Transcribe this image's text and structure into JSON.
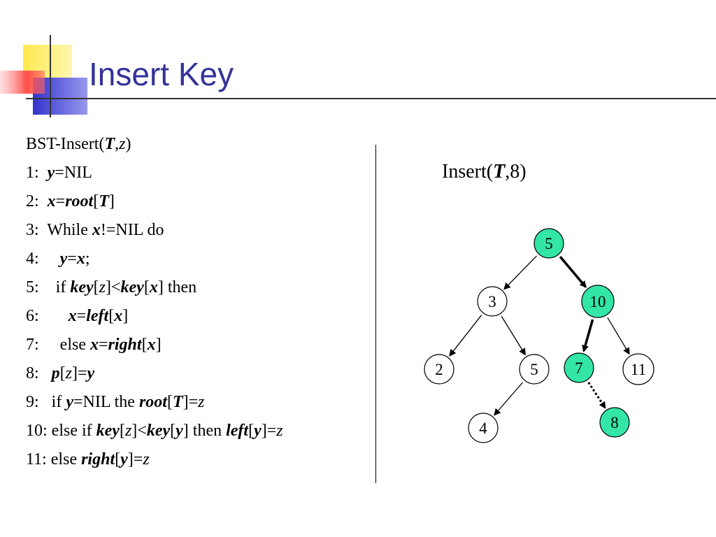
{
  "slide": {
    "title": "Insert Key",
    "colors": {
      "title": "#333399",
      "yellow": "#FFE94D",
      "blue": "#3333CC",
      "red": "#FF4D4D",
      "highlight": "#33E6A6"
    }
  },
  "code": {
    "lines": [
      [
        {
          "t": "BST-Insert("
        },
        {
          "t": "T",
          "s": "bi"
        },
        {
          "t": ","
        },
        {
          "t": "z",
          "s": "i"
        },
        {
          "t": ")"
        }
      ],
      [
        {
          "t": "1:  "
        },
        {
          "t": "y",
          "s": "bi"
        },
        {
          "t": "=NIL"
        }
      ],
      [
        {
          "t": "2:  "
        },
        {
          "t": "x",
          "s": "bi"
        },
        {
          "t": "="
        },
        {
          "t": "root",
          "s": "bi"
        },
        {
          "t": "["
        },
        {
          "t": "T",
          "s": "bi"
        },
        {
          "t": "]"
        }
      ],
      [
        {
          "t": "3:  While "
        },
        {
          "t": "x",
          "s": "bi"
        },
        {
          "t": "!=NIL do"
        }
      ],
      [
        {
          "t": "4:     "
        },
        {
          "t": "y",
          "s": "bi"
        },
        {
          "t": "="
        },
        {
          "t": "x",
          "s": "bi"
        },
        {
          "t": ";"
        }
      ],
      [
        {
          "t": "5:    if "
        },
        {
          "t": "key",
          "s": "bi"
        },
        {
          "t": "["
        },
        {
          "t": "z",
          "s": "i"
        },
        {
          "t": "]<"
        },
        {
          "t": "key",
          "s": "bi"
        },
        {
          "t": "["
        },
        {
          "t": "x",
          "s": "bi"
        },
        {
          "t": "] then"
        }
      ],
      [
        {
          "t": "6:       "
        },
        {
          "t": "x",
          "s": "bi"
        },
        {
          "t": "="
        },
        {
          "t": "left",
          "s": "bi"
        },
        {
          "t": "["
        },
        {
          "t": "x",
          "s": "bi"
        },
        {
          "t": "]"
        }
      ],
      [
        {
          "t": "7:     else "
        },
        {
          "t": "x",
          "s": "bi"
        },
        {
          "t": "="
        },
        {
          "t": "right",
          "s": "bi"
        },
        {
          "t": "["
        },
        {
          "t": "x",
          "s": "bi"
        },
        {
          "t": "]"
        }
      ],
      [
        {
          "t": "8:   "
        },
        {
          "t": "p",
          "s": "bi"
        },
        {
          "t": "["
        },
        {
          "t": "z",
          "s": "i"
        },
        {
          "t": "]="
        },
        {
          "t": "y",
          "s": "bi"
        }
      ],
      [
        {
          "t": "9:   if "
        },
        {
          "t": "y",
          "s": "bi"
        },
        {
          "t": "=NIL the "
        },
        {
          "t": "root",
          "s": "bi"
        },
        {
          "t": "["
        },
        {
          "t": "T",
          "s": "bi"
        },
        {
          "t": "]="
        },
        {
          "t": "z",
          "s": "i"
        }
      ],
      [
        {
          "t": "10: else if "
        },
        {
          "t": "key",
          "s": "bi"
        },
        {
          "t": "["
        },
        {
          "t": "z",
          "s": "i"
        },
        {
          "t": "]<"
        },
        {
          "t": "key",
          "s": "bi"
        },
        {
          "t": "["
        },
        {
          "t": "y",
          "s": "bi"
        },
        {
          "t": "] then "
        },
        {
          "t": "left",
          "s": "bi"
        },
        {
          "t": "["
        },
        {
          "t": "y",
          "s": "bi"
        },
        {
          "t": "]="
        },
        {
          "t": "z",
          "s": "i"
        }
      ],
      [
        {
          "t": "11: else "
        },
        {
          "t": "right",
          "s": "bi"
        },
        {
          "t": "["
        },
        {
          "t": "y",
          "s": "bi"
        },
        {
          "t": "]="
        },
        {
          "t": "z",
          "s": "i"
        }
      ]
    ]
  },
  "tree": {
    "caption": [
      {
        "t": "Insert("
      },
      {
        "t": "T",
        "s": "bi"
      },
      {
        "t": ",8)"
      }
    ],
    "nodes": [
      {
        "id": "n5",
        "label": "5",
        "highlight": true
      },
      {
        "id": "n3",
        "label": "3",
        "highlight": false
      },
      {
        "id": "n10",
        "label": "10",
        "highlight": true
      },
      {
        "id": "n2",
        "label": "2",
        "highlight": false
      },
      {
        "id": "n5b",
        "label": "5",
        "highlight": false
      },
      {
        "id": "n7",
        "label": "7",
        "highlight": true
      },
      {
        "id": "n11",
        "label": "11",
        "highlight": false
      },
      {
        "id": "n4",
        "label": "4",
        "highlight": false
      },
      {
        "id": "n8",
        "label": "8",
        "highlight": true
      }
    ],
    "edges": [
      {
        "from": "n5",
        "to": "n3",
        "style": "normal"
      },
      {
        "from": "n5",
        "to": "n10",
        "style": "path"
      },
      {
        "from": "n3",
        "to": "n2",
        "style": "normal"
      },
      {
        "from": "n3",
        "to": "n5b",
        "style": "normal"
      },
      {
        "from": "n10",
        "to": "n7",
        "style": "path"
      },
      {
        "from": "n10",
        "to": "n11",
        "style": "normal"
      },
      {
        "from": "n5b",
        "to": "n4",
        "style": "normal"
      },
      {
        "from": "n7",
        "to": "n8",
        "style": "dotted"
      }
    ]
  }
}
